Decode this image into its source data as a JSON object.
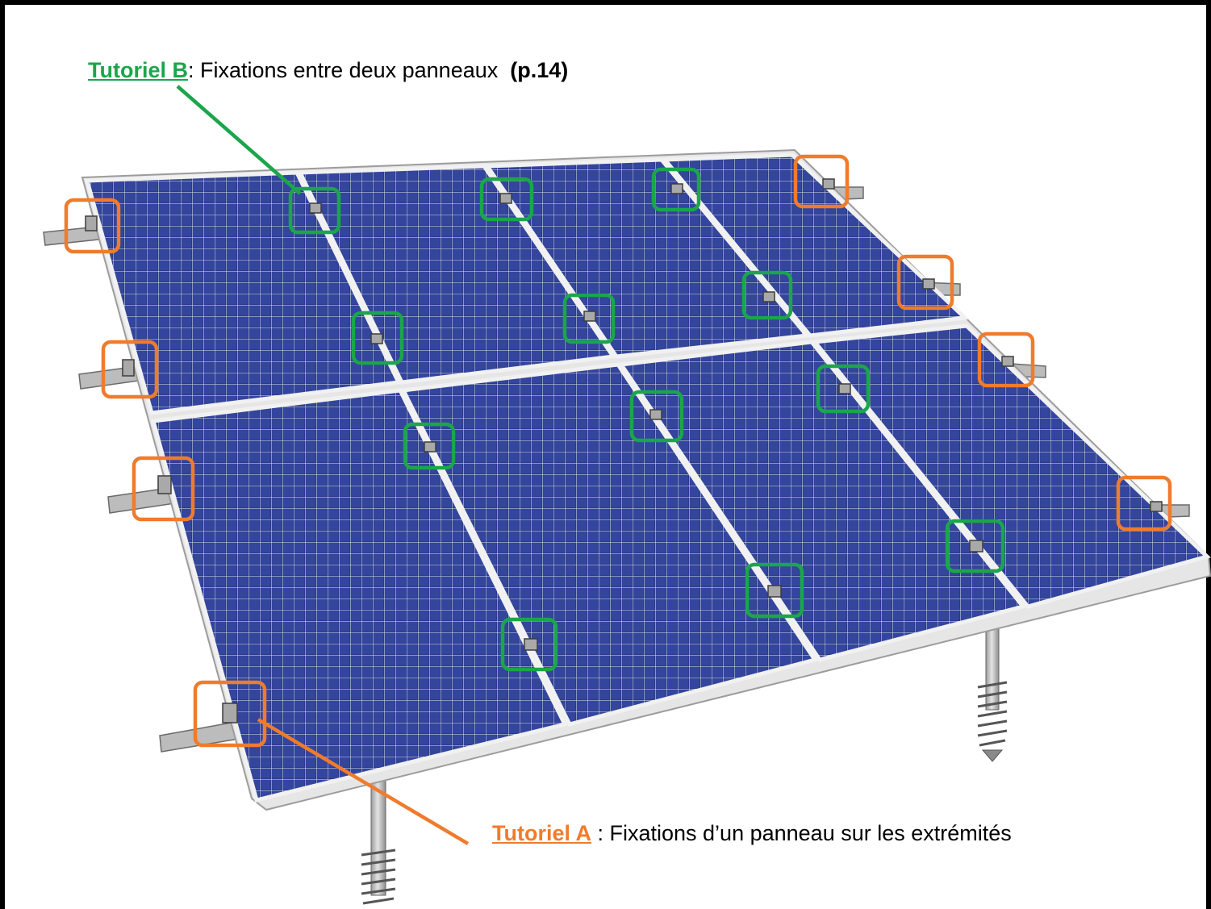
{
  "tutorial_b": {
    "label": "Tutoriel B",
    "text": ": Fixations entre deux panneaux",
    "page": "(p.14)",
    "color": "#1aa64a"
  },
  "tutorial_a": {
    "label": "Tutoriel A",
    "text": " : Fixations d’un panneau sur les extrémités",
    "color": "#f07b2c"
  },
  "colors": {
    "panel_cell": "#2b3a8c",
    "panel_frame": "#e8e8e8",
    "rail": "#b9b9b9",
    "pole": "#c6c6c6",
    "frame": "#000000"
  },
  "icons": [
    "orange-fixation-marker",
    "green-fixation-marker",
    "clamp-icon",
    "ground-screw-icon"
  ]
}
